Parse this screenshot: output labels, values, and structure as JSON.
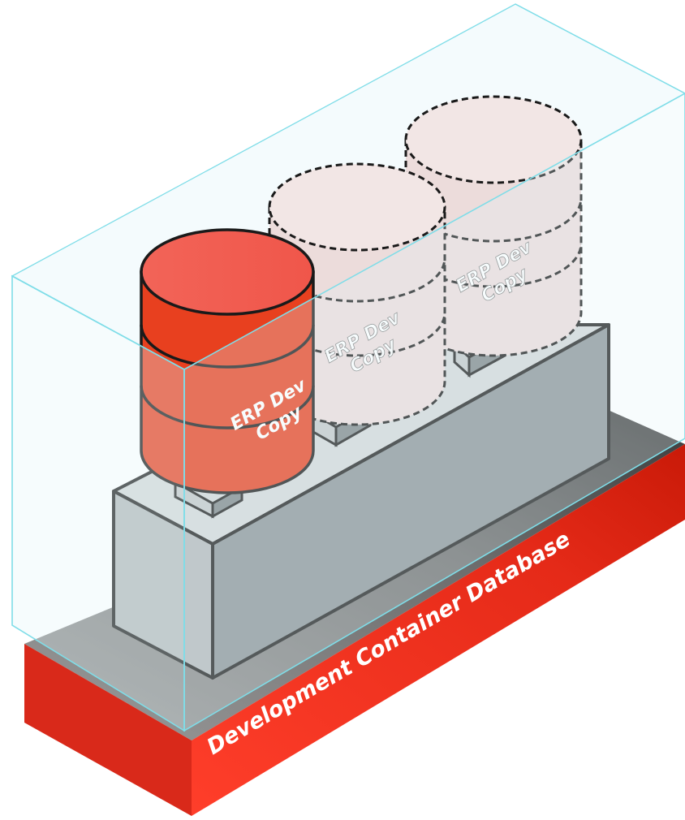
{
  "base": {
    "label": "Development Container Database",
    "color_front": "#e8301c",
    "color_top": "#8a8a8a"
  },
  "cylinders": [
    {
      "label_line1": "ERP Dev",
      "label_line2": "Copy",
      "state": "active",
      "fill": "#e8401f"
    },
    {
      "label_line1": "ERP Dev",
      "label_line2": "Copy",
      "state": "placeholder",
      "fill": "#f0dcdb"
    },
    {
      "label_line1": "ERP Dev",
      "label_line2": "Copy",
      "state": "placeholder",
      "fill": "#f0dcdb"
    }
  ],
  "colors": {
    "rack_front": "#8a9396",
    "rack_top": "#d3d7d8",
    "rack_end": "#b1b6b8",
    "glass_stroke": "#7fdde8",
    "glass_fill": "#e2f5f9"
  }
}
